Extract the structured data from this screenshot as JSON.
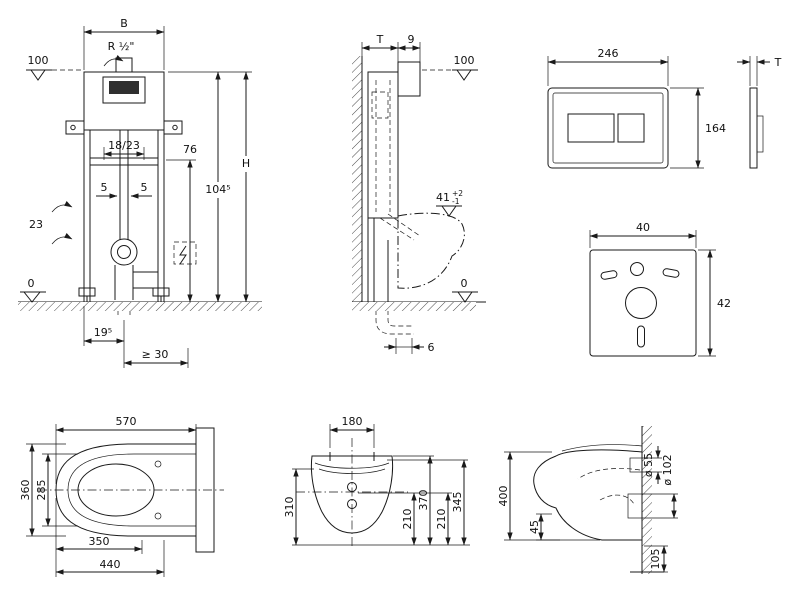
{
  "drawing": {
    "bg": "#ffffff",
    "ink": "#1a1a1a",
    "views": {
      "cistern_front": {
        "dim_B": "B",
        "supply": "R ½\"",
        "level_top": "100",
        "dim_inner": "18/23",
        "dim_76": "76",
        "dim_H": "H",
        "dim_104": "104⁵",
        "dim_5l": "5",
        "dim_5r": "5",
        "dim_23": "23",
        "level_floor": "0",
        "dim_195": "19⁵",
        "dim_min30": "≥ 30"
      },
      "cistern_side": {
        "dim_T": "T",
        "dim_9": "9",
        "level_top": "100",
        "dim_41": "41",
        "tol_plus": "+2",
        "tol_minus": "-1",
        "level_floor": "0",
        "dim_6": "6"
      },
      "flush_plate": {
        "dim_width": "246",
        "dim_height": "164",
        "dim_T": "T"
      },
      "sound_mat": {
        "dim_width": "40",
        "dim_height": "42"
      },
      "wc_top": {
        "dim_570": "570",
        "dim_360": "360",
        "dim_285": "285",
        "dim_350": "350",
        "dim_440": "440"
      },
      "wc_front": {
        "dim_180": "180",
        "dim_310": "310",
        "dim_210a": "210",
        "dim_370": "370",
        "dim_210b": "210",
        "dim_345": "345"
      },
      "wc_side": {
        "dim_400": "400",
        "dim_45": "45",
        "dim_55": "ø 55",
        "dim_102": "ø 102",
        "dim_105": "105"
      }
    }
  }
}
